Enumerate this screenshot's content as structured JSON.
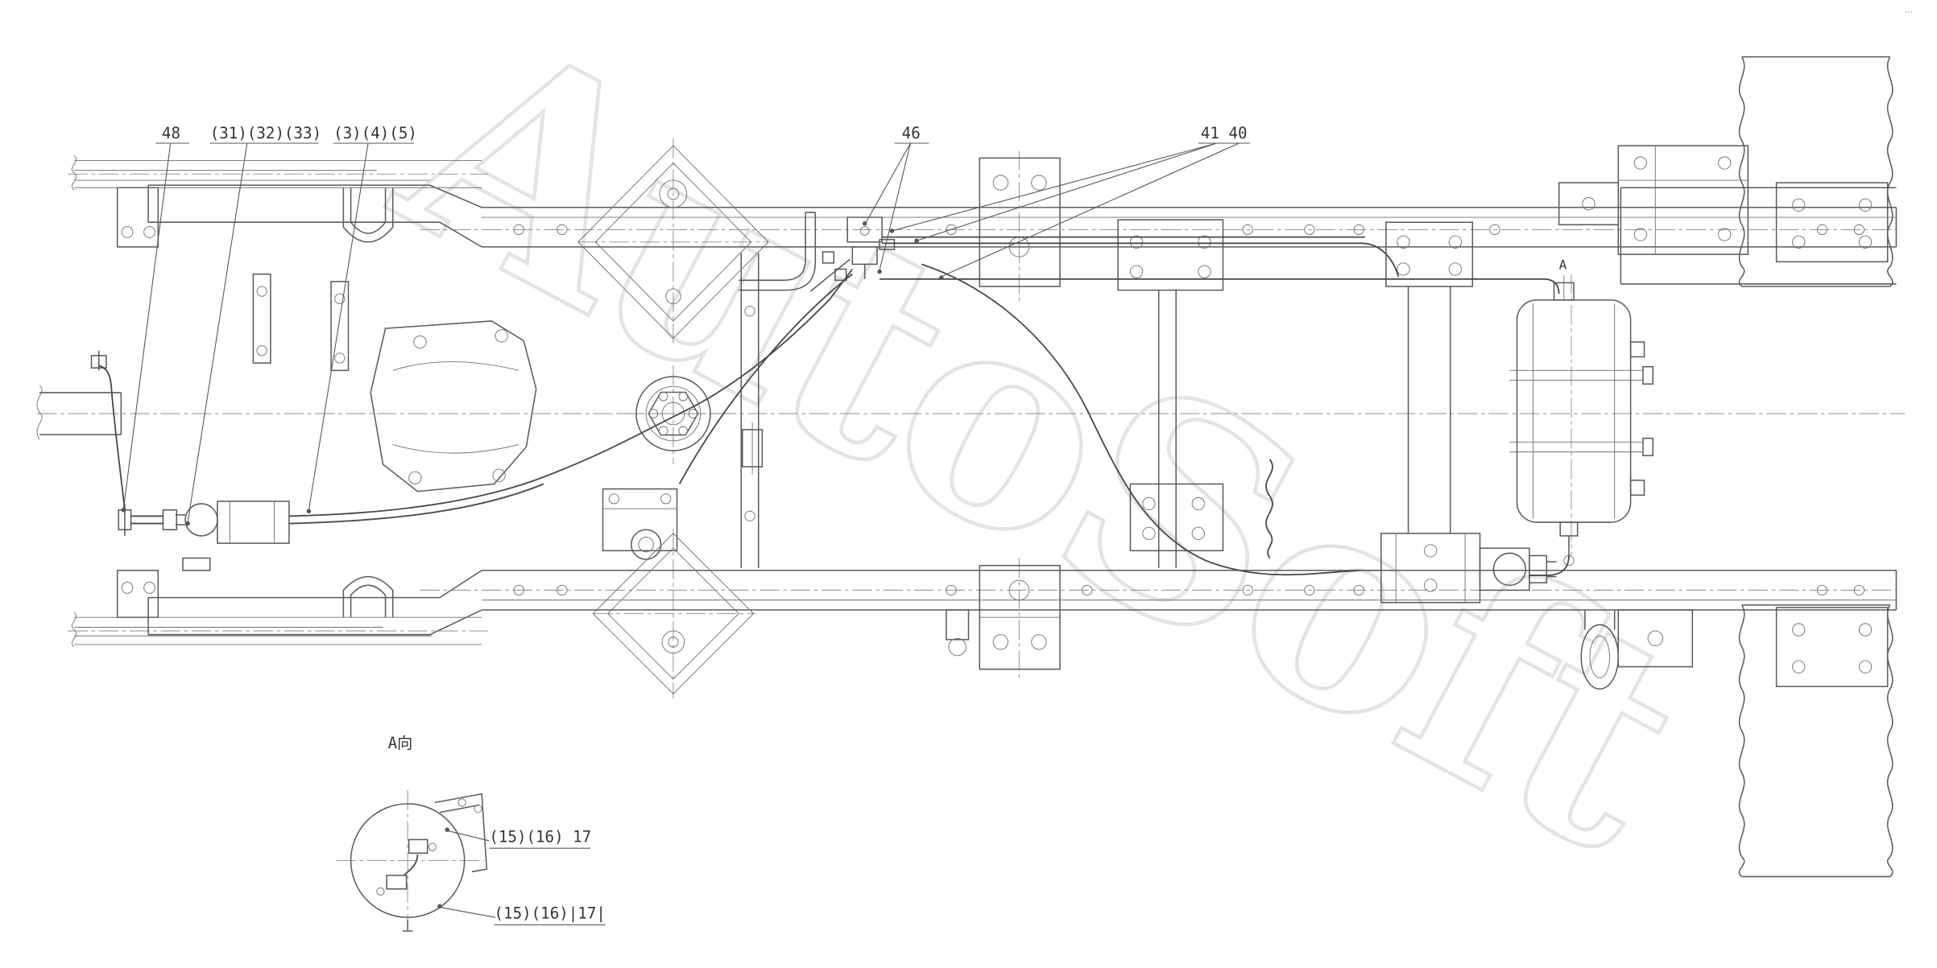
{
  "watermark": "AutoSoft",
  "corner_marks": "···",
  "callouts": {
    "c48": "48",
    "c313233": "(31)(32)(33)",
    "c345": "(3)(4)(5)",
    "c46": "46",
    "c4140": "41 40",
    "point_a": "A",
    "view_a": "A向",
    "c151617_upper": "(15)(16) 17",
    "c151617_lower": "(15)(16)|17|"
  }
}
